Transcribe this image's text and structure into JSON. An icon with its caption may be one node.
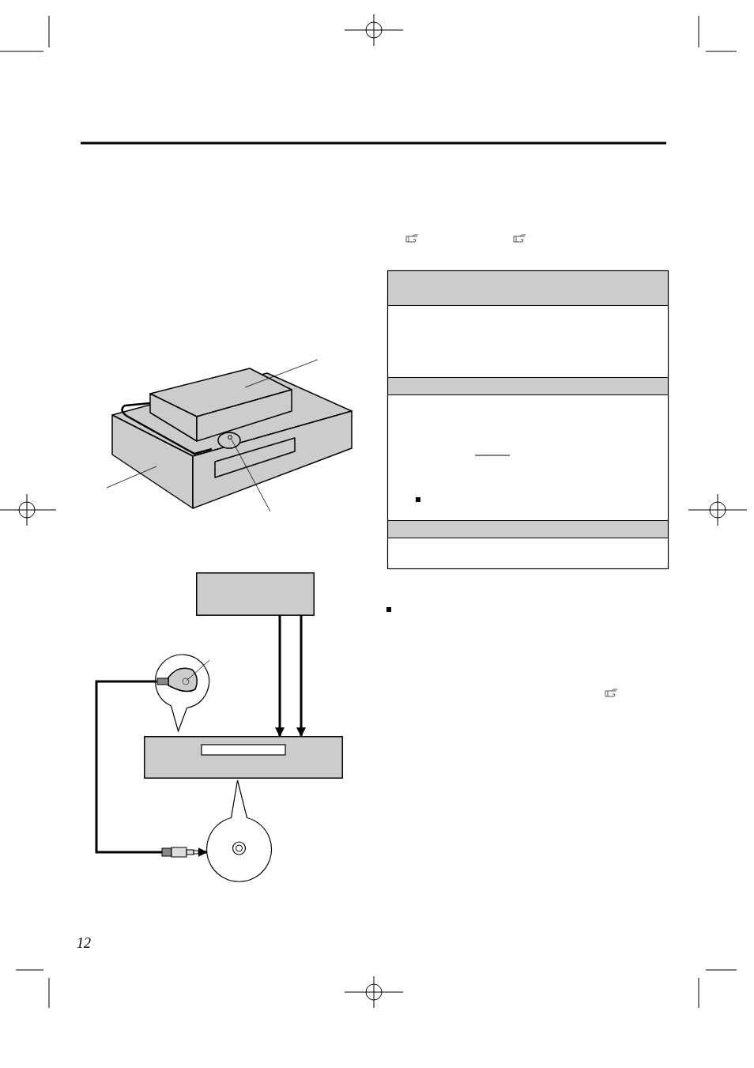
{
  "diagram": {
    "nodes": [
      {
        "text": [],
        "shape": "box"
      },
      {
        "text": [],
        "shape": "box"
      },
      {
        "text": [],
        "shape": "circle"
      },
      {
        "text": [],
        "shape": "circle"
      }
    ],
    "edges": [
      {
        "from": 0,
        "to": 1,
        "arrow": "to"
      },
      {
        "from": 0,
        "to": 1,
        "arrow": "to"
      },
      {
        "from": 2,
        "to": 3,
        "arrow": "to"
      }
    ],
    "labels": [
      "12"
    ]
  }
}
